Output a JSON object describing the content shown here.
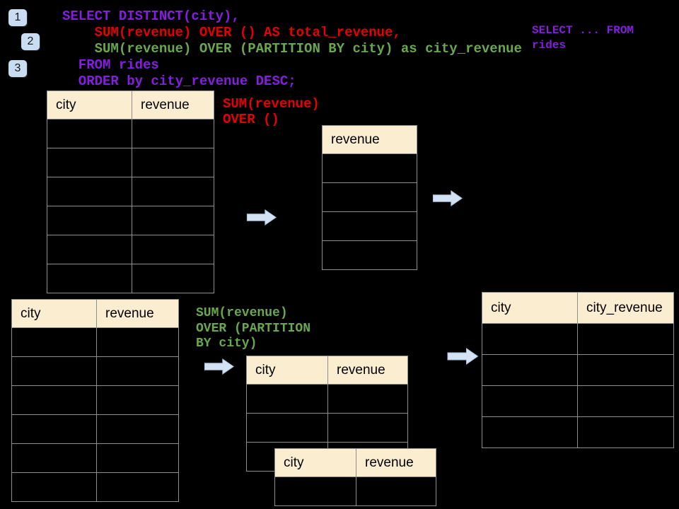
{
  "colors": {
    "background": "#000000",
    "purple": "#851EE0",
    "red": "#E60000",
    "green": "#6AA84F",
    "table_header_bg": "#FBEED0",
    "table_border": "#8F8F8F",
    "arrow_fill": "#D3E3F4",
    "arrow_stroke": "#A9C4DE",
    "badge_bg": "#C9DCF2"
  },
  "badges": [
    {
      "label": "1"
    },
    {
      "label": "2"
    },
    {
      "label": "3"
    }
  ],
  "sql_code": {
    "lines": [
      {
        "text": "SELECT DISTINCT(city),",
        "color": "purple"
      },
      {
        "text": "    SUM(revenue) OVER () AS total_revenue,",
        "color": "red"
      },
      {
        "text": "    SUM(revenue) OVER (PARTITION BY city) as city_revenue",
        "color": "green"
      },
      {
        "text": "  FROM rides",
        "color": "purple"
      },
      {
        "text": "  ORDER by city_revenue DESC;",
        "color": "purple"
      }
    ]
  },
  "side_snippet": {
    "lines": [
      {
        "text": "SELECT ... FROM",
        "color": "purple"
      },
      {
        "text": "rides",
        "color": "purple"
      }
    ]
  },
  "labels": {
    "total_window": {
      "color": "red",
      "lines": [
        "SUM(revenue)",
        "OVER ()"
      ]
    },
    "partition_window": {
      "color": "green",
      "lines": [
        "SUM(revenue)",
        "OVER (PARTITION",
        "BY city)"
      ]
    }
  },
  "tables": {
    "source_rides": {
      "columns": [
        "city",
        "revenue"
      ],
      "empty_rows": 6
    },
    "total_revenue": {
      "columns": [
        "revenue"
      ],
      "empty_rows": 4
    },
    "source_rides_2": {
      "columns": [
        "city",
        "revenue"
      ],
      "empty_rows": 6
    },
    "partition_group_a": {
      "columns": [
        "city",
        "revenue"
      ],
      "empty_rows": 3
    },
    "partition_group_b": {
      "columns": [
        "city",
        "revenue"
      ],
      "empty_rows": 1
    },
    "result_city_revenue": {
      "columns": [
        "city",
        "city_revenue"
      ],
      "empty_rows": 4
    }
  },
  "icons": {
    "flow_arrow": "right-arrow"
  }
}
